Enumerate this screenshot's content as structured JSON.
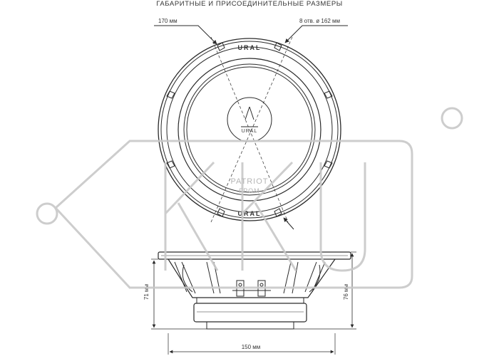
{
  "title": "ГАБАРИТНЫЕ И ПРИСОЕДИНИТЕЛЬНЫЕ РАЗМЕРЫ",
  "top_view": {
    "outer_size_label": "170 мм",
    "holes_label": "8 отв. ø 162 мм",
    "rim_logo_text": "URAL",
    "brand_lines": [
      "PATRIOT",
      "ГРОМ"
    ]
  },
  "side_view": {
    "height_a_label": "71 мм",
    "height_b_label": "76 мм",
    "width_label": "150 мм"
  },
  "colors": {
    "line": "#2a2a2a",
    "watermark": "#c8c8c8"
  }
}
